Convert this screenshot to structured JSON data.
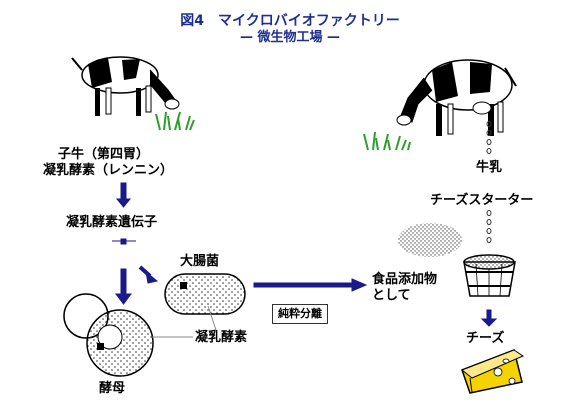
{
  "title": "図4　マイクロバイオファクトリー",
  "subtitle": "— 微生物工場 —",
  "left": {
    "source_line1": "子牛（第四胃）",
    "source_line2": "凝乳酵素（レンニン）",
    "gene": "凝乳酵素遺伝子",
    "ecoli": "大腸菌",
    "yeast": "酵母",
    "enzyme": "凝乳酵素",
    "purification": "純粋分離"
  },
  "right": {
    "milk": "牛乳",
    "starter": "チーズスターター",
    "food_additive_line1": "食品添加物",
    "food_additive_line2": "として",
    "cheese": "チーズ"
  },
  "colors": {
    "title": "#1f2f8f",
    "arrow": "#1a1a8a",
    "grass": "#2e9e2e",
    "cheese": "#f5d300"
  }
}
